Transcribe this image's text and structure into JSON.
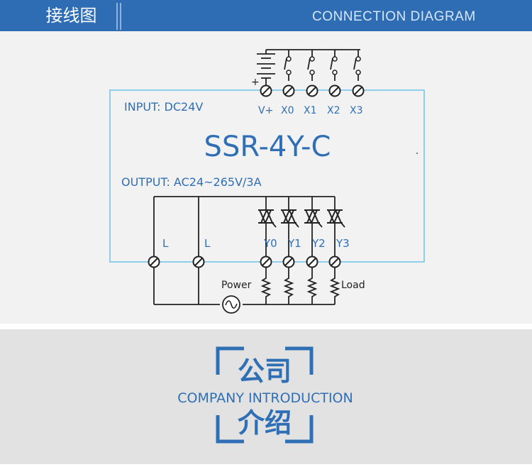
{
  "header": {
    "title": "接线图",
    "subtitle": "CONNECTION  DIAGRAM"
  },
  "diagram": {
    "model": "SSR-4Y-C",
    "input_label": "INPUT: DC24V",
    "output_label": "OUTPUT: AC24~265V/3A",
    "input_terminals": [
      "V+",
      "X0",
      "X1",
      "X2",
      "X3"
    ],
    "output_terminals": [
      "Y0",
      "Y1",
      "Y2",
      "Y3"
    ],
    "line_terminals": [
      "L",
      "L"
    ],
    "polarity": "+",
    "power_label": "Power",
    "load_label": "Load"
  },
  "company": {
    "top_chars": "公司",
    "middle": "COMPANY  INTRODUCTION",
    "bottom_chars": "介绍"
  },
  "colors": {
    "header_bg": "#2e6db4",
    "accent": "#2f6fb5",
    "box_line": "#6ec3ea",
    "wire": "#222222"
  }
}
